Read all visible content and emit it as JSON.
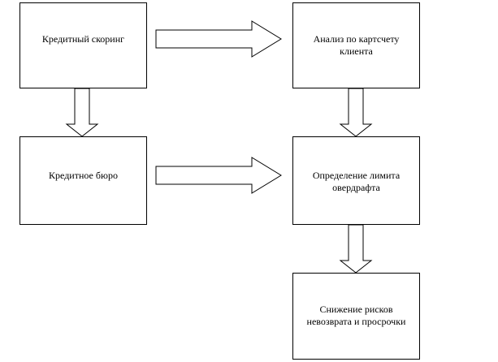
{
  "colors": {
    "stroke": "#000000",
    "fill": "#ffffff"
  },
  "boxes": {
    "scoring": "Кредитный скоринг",
    "card_analysis": "Анализ по картсчету\nклиента",
    "bureau": "Кредитное бюро",
    "limit": "Определение лимита\nовердрафта",
    "risk": "Снижение рисков\nневозврата и просрочки"
  },
  "arrows": [
    {
      "from": "scoring",
      "to": "card_analysis",
      "direction": "right"
    },
    {
      "from": "scoring",
      "to": "bureau",
      "direction": "down"
    },
    {
      "from": "card_analysis",
      "to": "limit",
      "direction": "down"
    },
    {
      "from": "bureau",
      "to": "limit",
      "direction": "right"
    },
    {
      "from": "limit",
      "to": "risk",
      "direction": "down"
    }
  ]
}
